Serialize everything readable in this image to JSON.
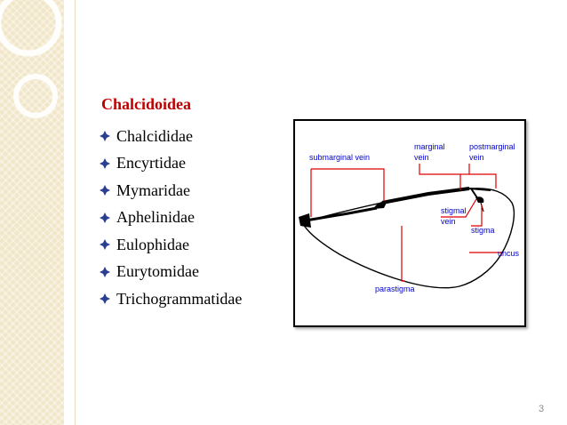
{
  "slide": {
    "heading": "Chalcidoidea",
    "families": [
      "Chalcididae",
      "Encyrtidae",
      "Mymaridae",
      "Aphelinidae",
      "Eulophidae",
      "Eurytomidae",
      "Trichogrammatidae"
    ],
    "page_number": "3"
  },
  "wing_diagram": {
    "labels": {
      "submarginal_vein": "submarginal vein",
      "marginal_vein_line1": "marginal",
      "marginal_vein_line2": "vein",
      "postmarginal_vein_line1": "postmarginal",
      "postmarginal_vein_line2": "vein",
      "stigmal_vein_line1": "stigmal",
      "stigmal_vein_line2": "vein",
      "stigma": "stigma",
      "uncus": "uncus",
      "parastigma": "parastigma"
    }
  },
  "colors": {
    "heading": "#c00000",
    "pointer_lines": "#dd0000",
    "diagram_labels": "#0000cc",
    "bullet": "#2a3f8f"
  },
  "icons": {
    "bullet": "four-petal-diamond-bullet"
  }
}
